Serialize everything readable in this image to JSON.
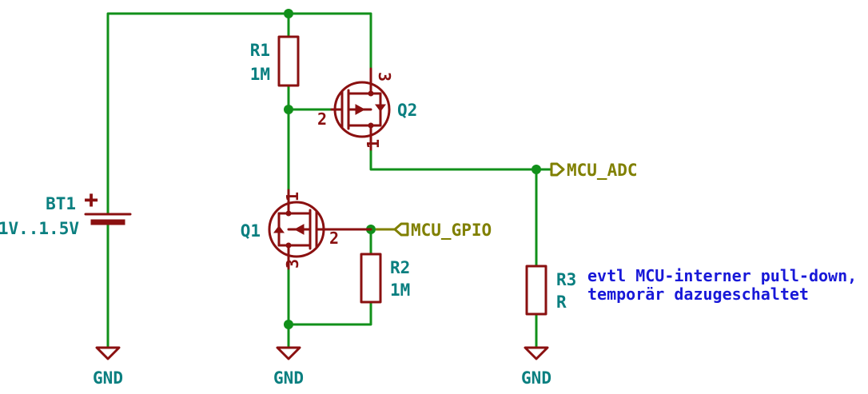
{
  "components": {
    "bt1": {
      "ref": "BT1",
      "value": "1V..1.5V",
      "plus": "+"
    },
    "r1": {
      "ref": "R1",
      "value": "1M"
    },
    "r2": {
      "ref": "R2",
      "value": "1M"
    },
    "r3": {
      "ref": "R3",
      "value": "R"
    },
    "q1": {
      "ref": "Q1",
      "pin1": "1",
      "pin2": "2",
      "pin3": "3"
    },
    "q2": {
      "ref": "Q2",
      "pin1": "1",
      "pin2": "2",
      "pin3": "3"
    }
  },
  "power": {
    "gnd1": "GND",
    "gnd2": "GND",
    "gnd3": "GND"
  },
  "nets": {
    "mcu_adc": "MCU_ADC",
    "mcu_gpio": "MCU_GPIO"
  },
  "note": {
    "line1": "evtl MCU-interner pull-down,",
    "line2": "temporär dazugeschaltet"
  },
  "colors": {
    "wire": "#11901a",
    "component": "#8a1010",
    "reference": "#0a7f80",
    "net_label": "#808000",
    "note": "#1818d8"
  }
}
